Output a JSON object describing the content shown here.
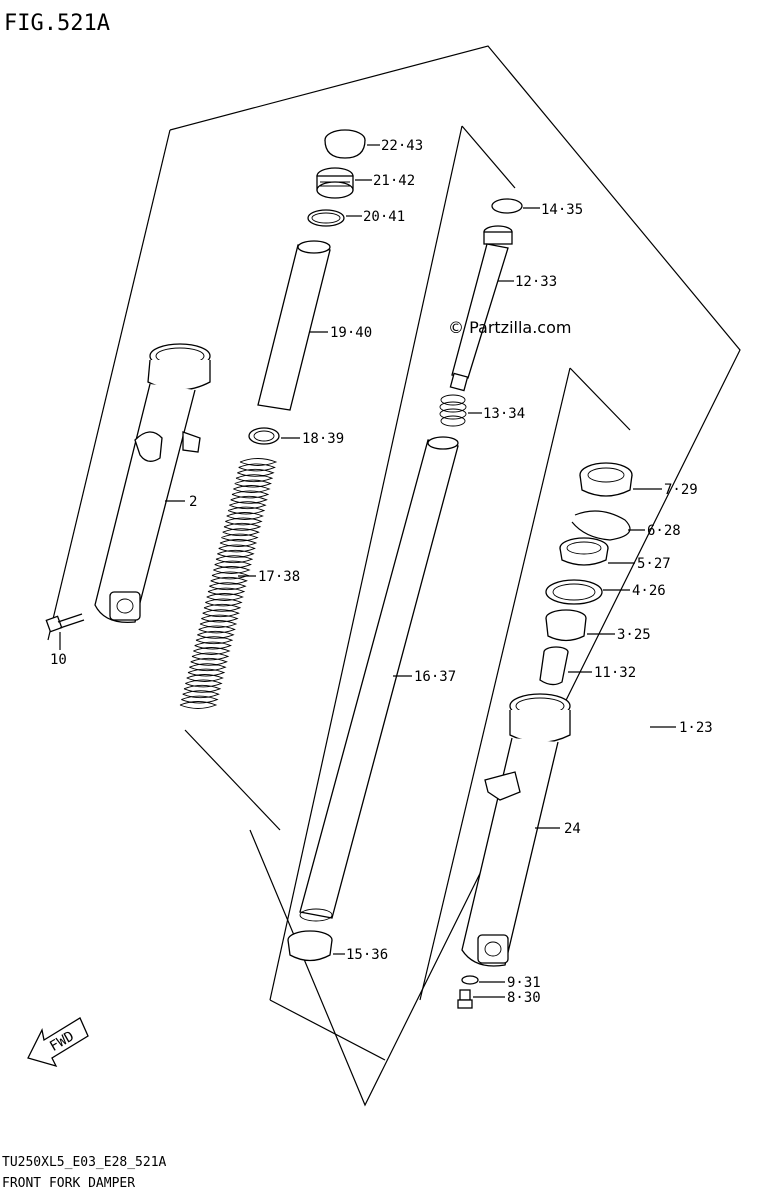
{
  "figure_title": "FIG.521A",
  "watermark": "© Partzilla.com",
  "fwd_label": "FWD",
  "footer": {
    "model_code": "TU250XL5_E03_E28_521A",
    "section_name": "FRONT FORK DAMPER"
  },
  "callouts": {
    "p22": "22·43",
    "p21": "21·42",
    "p20": "20·41",
    "p19": "19·40",
    "p18": "18·39",
    "p17": "17·38",
    "p2": "2",
    "p10": "10",
    "p14": "14·35",
    "p12": "12·33",
    "p13": "13·34",
    "p16": "16·37",
    "p15": "15·36",
    "p7": "7·29",
    "p6": "6·28",
    "p5": "5·27",
    "p4": "4·26",
    "p3": "3·25",
    "p11": "11·32",
    "p1": "1·23",
    "p24": "24",
    "p9": "9·31",
    "p8": "8·30"
  }
}
